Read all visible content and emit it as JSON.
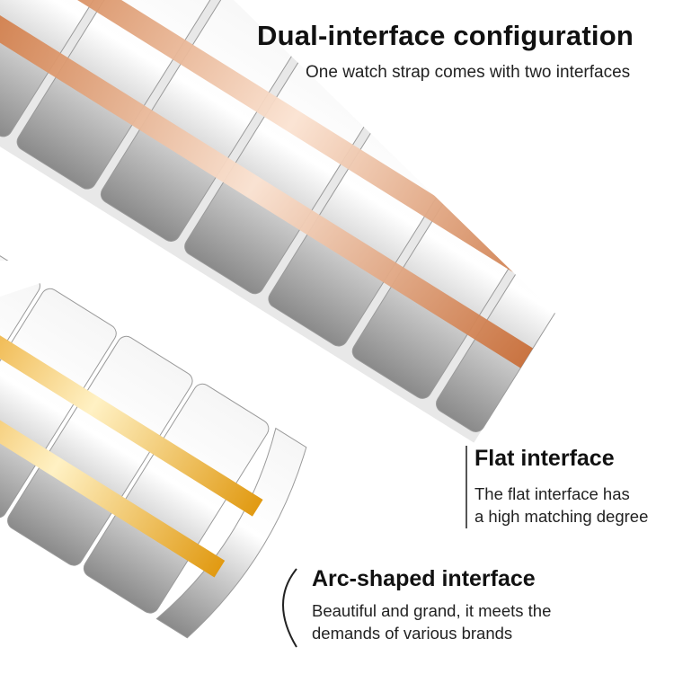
{
  "header": {
    "title": "Dual-interface configuration",
    "subtitle": "One watch strap comes with two interfaces"
  },
  "flat_interface": {
    "title": "Flat interface",
    "lines": [
      "The flat interface has",
      "a high matching degree"
    ]
  },
  "arc_interface": {
    "title": "Arc-shaped interface",
    "lines": [
      "Beautiful and grand, it meets the",
      "demands of various brands"
    ]
  },
  "colors": {
    "rose_gold": "#e39a6a",
    "gold": "#f2b52a",
    "silver": "#d8d8d8",
    "text": "#111111"
  }
}
